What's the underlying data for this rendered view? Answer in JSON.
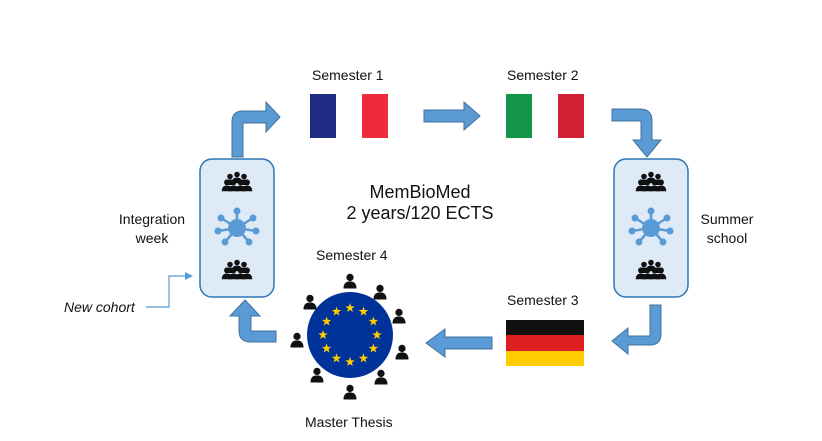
{
  "program": {
    "name": "MemBioMed",
    "subtitle": "2 years/120 ECTS"
  },
  "semester1": {
    "label": "Semester 1",
    "flag": "france-flag",
    "colors": [
      "#1f2a85",
      "#ffffff",
      "#ee2a3d"
    ]
  },
  "semester2": {
    "label": "Semester 2",
    "flag": "italy-flag",
    "colors": [
      "#13954a",
      "#ffffff",
      "#d22035"
    ]
  },
  "semester3": {
    "label": "Semester 3",
    "flag": "germany-flag",
    "colors": [
      "#111111",
      "#dd1f1f",
      "#ffcc00"
    ]
  },
  "semester4": {
    "label": "Semester 4",
    "emblem": "eu-flag"
  },
  "integration": {
    "line1": "Integration",
    "line2": "week"
  },
  "summer": {
    "line1": "Summer",
    "line2": "school"
  },
  "cohort": {
    "label": "New cohort"
  },
  "thesis": {
    "label": "Master Thesis"
  },
  "colors": {
    "arrow": "#5b9bd5",
    "arrow_stroke": "#41719c",
    "box_fill": "#deebf7",
    "box_stroke": "#2e75b6",
    "eu_blue": "#003399",
    "eu_star": "#ffcc00",
    "network": "#5b9bd5"
  }
}
